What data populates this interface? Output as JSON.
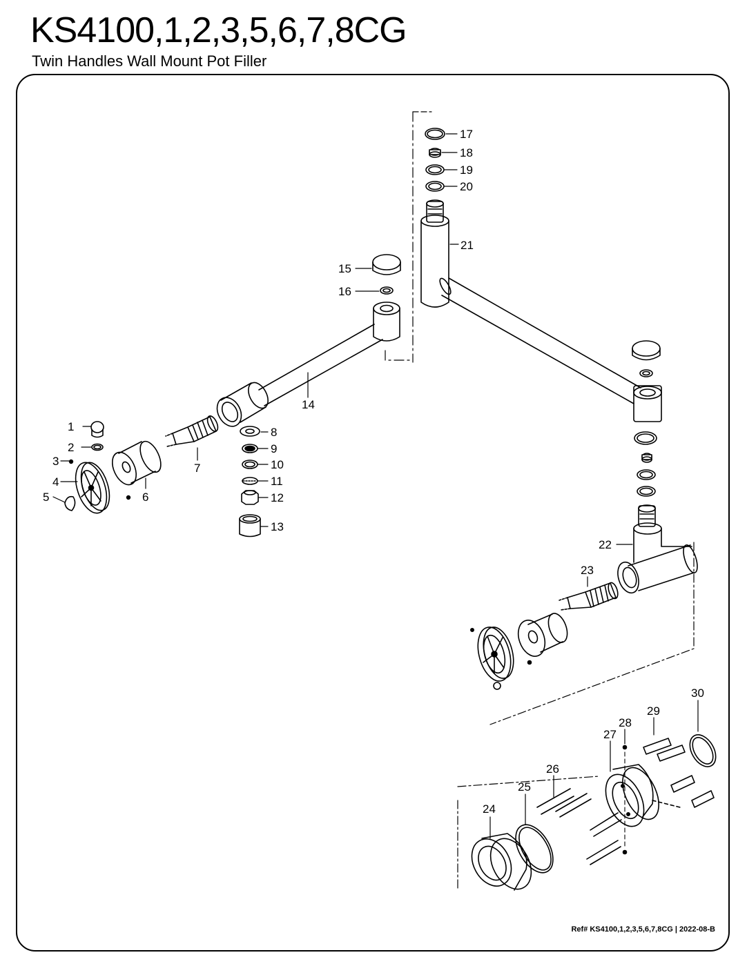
{
  "header": {
    "title": "KS4100,1,2,3,5,6,7,8CG",
    "subtitle": "Twin Handles Wall Mount Pot Filler"
  },
  "parts": {
    "p1": "1",
    "p2": "2",
    "p3": "3",
    "p4": "4",
    "p5": "5",
    "p6": "6",
    "p7": "7",
    "p8": "8",
    "p9": "9",
    "p10": "10",
    "p11": "11",
    "p12": "12",
    "p13": "13",
    "p14": "14",
    "p15": "15",
    "p16": "16",
    "p17": "17",
    "p18": "18",
    "p19": "19",
    "p20": "20",
    "p21": "21",
    "p22": "22",
    "p23": "23",
    "p24": "24",
    "p25": "25",
    "p26": "26",
    "p27": "27",
    "p28": "28",
    "p29": "29",
    "p30": "30"
  },
  "footer": {
    "reference": "Ref# KS4100,1,2,3,5,6,7,8CG | 2022-08-B"
  }
}
